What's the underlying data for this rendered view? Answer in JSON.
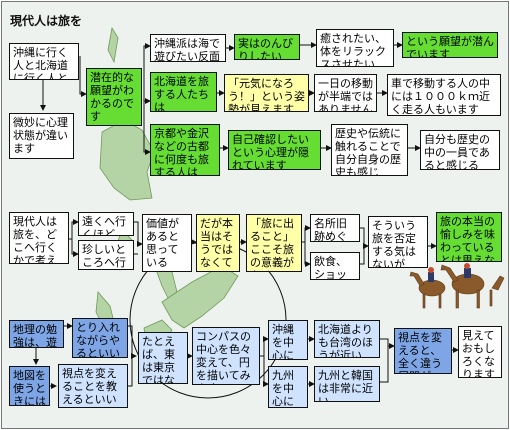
{
  "title": "現代人は旅を",
  "boxes": {
    "b1": "沖縄に行く人と北海道に行く人とでは",
    "b2": "微妙に心理状態が違います",
    "b3": "潜在的な願望がわかるのです",
    "b4": "沖縄派は海で遊びたい反面",
    "b5": "実はのんびりしたい",
    "b6": "癒されたい、体をリラックスさせたい",
    "b7": "という願望が潜んでいます",
    "b8": "北海道を旅する人たちは",
    "b9": "「元気になろう！」という姿勢が見えます",
    "b10": "一日の移動が半端ではありません",
    "b11": "車で移動する人の中には１０００ｋｍ近く走る人もいます",
    "b12": "京都や金沢などの古都に何度も旅する人は",
    "b13": "自己確認したいという心理が隠れています",
    "b14": "歴史や伝統に触れることで自分自身の歴史も感じ",
    "b15": "自分も歴史の中の一員であると感じる",
    "b16": "現代人は旅を、どこへ行くかで考えがち",
    "b17": "遠くへ行くほど",
    "b18": "珍しいところへ行くほど",
    "b19": "価値があると思っている",
    "b20": "だが本当はそうではなくて",
    "b21": "「旅に出ること」ここそ旅の意義がある",
    "b22": "名所旧跡めぐり",
    "b23": "飲食、ショッピング",
    "b24": "そういう旅を否定する気はないが",
    "b25": "旅の本当の愉しみを味わっているとは思えない",
    "b26": "地理の勉強は、遊び感覚を",
    "b27": "とり入れながらやるといい",
    "b28": "地図を使うときには",
    "b29": "視点を変えることを教えるといい",
    "b30": "たとえば、東は東京ではなく",
    "b31": "コンパスの中心を色々変えて、円を描いてみます",
    "b32": "沖縄を中心にすると",
    "b33": "北海道よりも台湾のほうが近い",
    "b34": "九州を中心にすると",
    "b35": "九州と韓国は非常に近い",
    "b36": "視点を変えると、全く違う展開が",
    "b37": "見えておもしろくなります"
  },
  "colors": {
    "white": "#ffffff",
    "green": "#66dd33",
    "yellow": "#ffffa8",
    "blue": "#7ea6e6",
    "light_blue": "#cfe3ff",
    "background": "#eef2ee",
    "land": "#b5d4a6"
  },
  "decorations": [
    "japan-map-icon",
    "sun-icon",
    "camel-caravan-icon"
  ]
}
